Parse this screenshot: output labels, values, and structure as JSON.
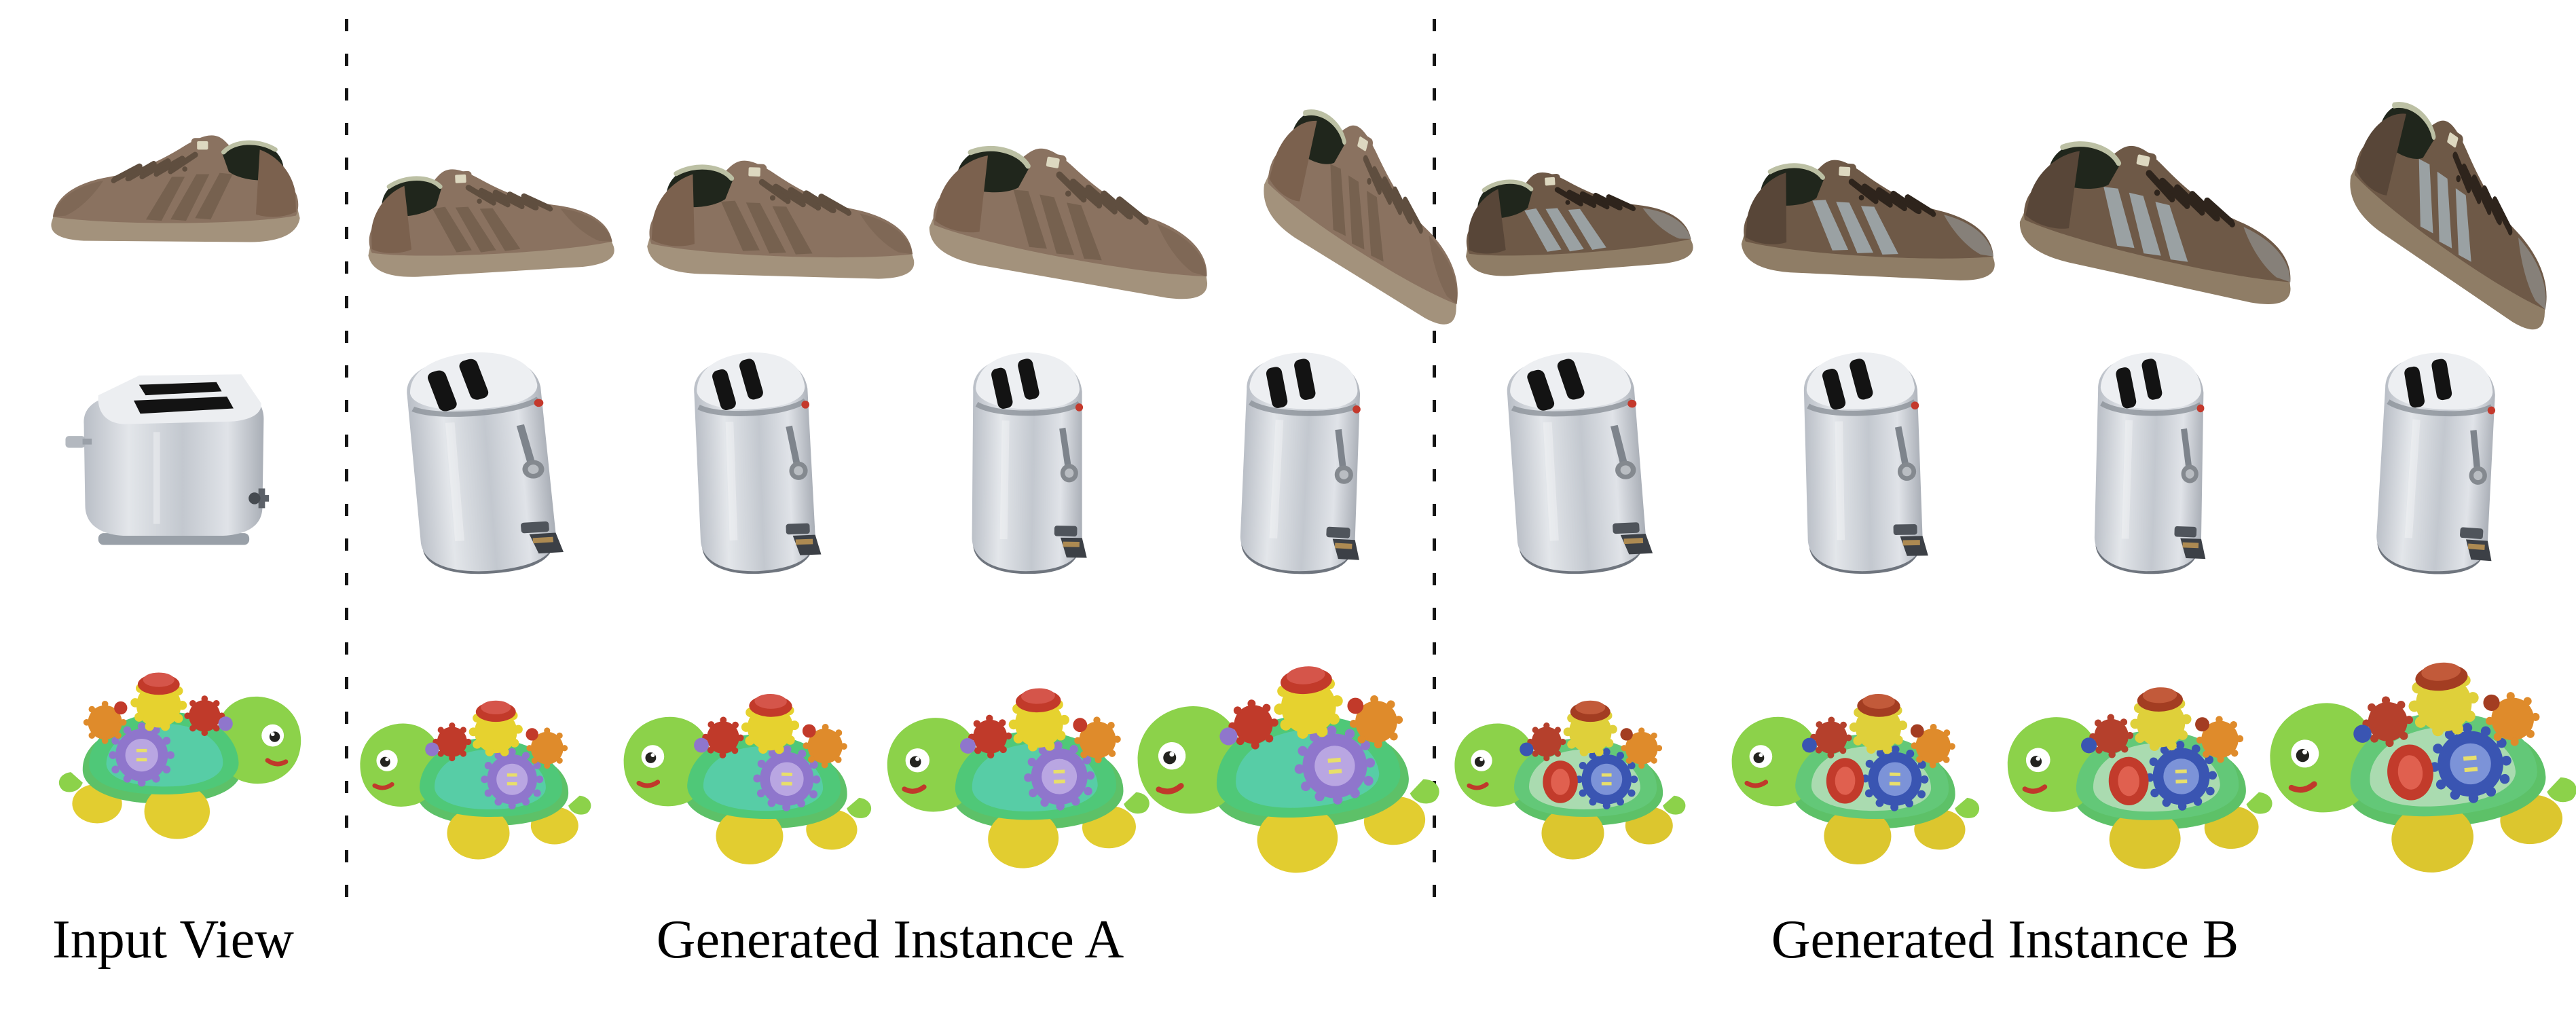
{
  "figure": {
    "type": "multiview-3d-generation-paper-figure",
    "background": "#ffffff",
    "caption_labels": {
      "input": "Input View",
      "instance_a": "Generated Instance A",
      "instance_b": "Generated Instance B"
    },
    "layout": {
      "input_views_per_row": 1,
      "views_per_instance": 4,
      "separator_style": "vertical dashed line",
      "separator_color": "#151515"
    },
    "rows": [
      {
        "id": "sneaker",
        "image_semantic": "brown-sneaker-photo"
      },
      {
        "id": "toaster",
        "image_semantic": "stainless-two-slot-toaster-photo"
      },
      {
        "id": "turtle",
        "image_semantic": "green-gear-toy-turtle-photo"
      }
    ],
    "palette": {
      "label_text": "#000000",
      "sneaker_a": {
        "body": "#8a7260",
        "stripe": "#76614f",
        "sole": "#a3927c",
        "lining": "#bcc0a4",
        "opening": "#20261c"
      },
      "sneaker_b": {
        "body": "#6e5947",
        "stripe": "#9aa1a3",
        "sole": "#8f7d66",
        "laces": "#2e241c"
      },
      "toaster": {
        "body_silver": "#c7cbd1",
        "top": "#eceef1",
        "slots": "#131313",
        "base": "#79808a",
        "accent_red": "#c4392c"
      },
      "turtle_a": {
        "skin": "#8cd24a",
        "shell": "#4fc878",
        "shell_top": "#57cda6",
        "gear_purple": "#8f76cc",
        "gear_yellow": "#e6d22f",
        "cap_red": "#c23a2a",
        "gear_orange": "#df8b2b",
        "feet": "#e2cd30"
      },
      "turtle_b": {
        "side_blue": "#3a55b2",
        "side_red": "#c23b2b",
        "shell_top": "#aadbb0",
        "cap_brown": "#a33d22"
      }
    }
  }
}
